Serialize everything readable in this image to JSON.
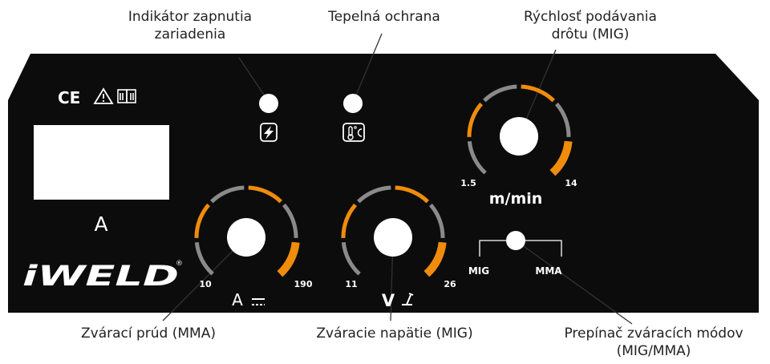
{
  "callouts": {
    "power_indicator": [
      "Indikátor zapnutia",
      "zariadenia"
    ],
    "thermal_protection": "Tepelná ochrana",
    "wire_speed": [
      "Rýchlosť podávania",
      "drôtu (MIG)"
    ],
    "welding_current": "Zvárací prúd (MMA)",
    "welding_voltage": "Zváracie napätie (MIG)",
    "mode_switch": [
      "Prepínač zváracích módov",
      "(MIG/MMA)"
    ]
  },
  "panel": {
    "display_unit": "A",
    "brand": "iWELD",
    "brand_mark": "®",
    "certification": "CE",
    "current_knob": {
      "min": "10",
      "max": "190",
      "unit": "A"
    },
    "voltage_knob": {
      "min": "11",
      "max": "26",
      "unit": "V"
    },
    "wire_knob": {
      "min": "1.5",
      "max": "14",
      "unit": "m/min"
    },
    "switch": {
      "left": "MIG",
      "right": "MMA"
    }
  },
  "colors": {
    "panel": "#0c0c0c",
    "accent_orange": "#f08c0c",
    "scale_gray": "#8a8a8a",
    "knob": "#ffffff",
    "leader_line": "#333333"
  },
  "icons": [
    "ce-mark-icon",
    "warning-triangle-icon",
    "manual-book-icon",
    "lightning-icon",
    "thermometer-icon"
  ]
}
